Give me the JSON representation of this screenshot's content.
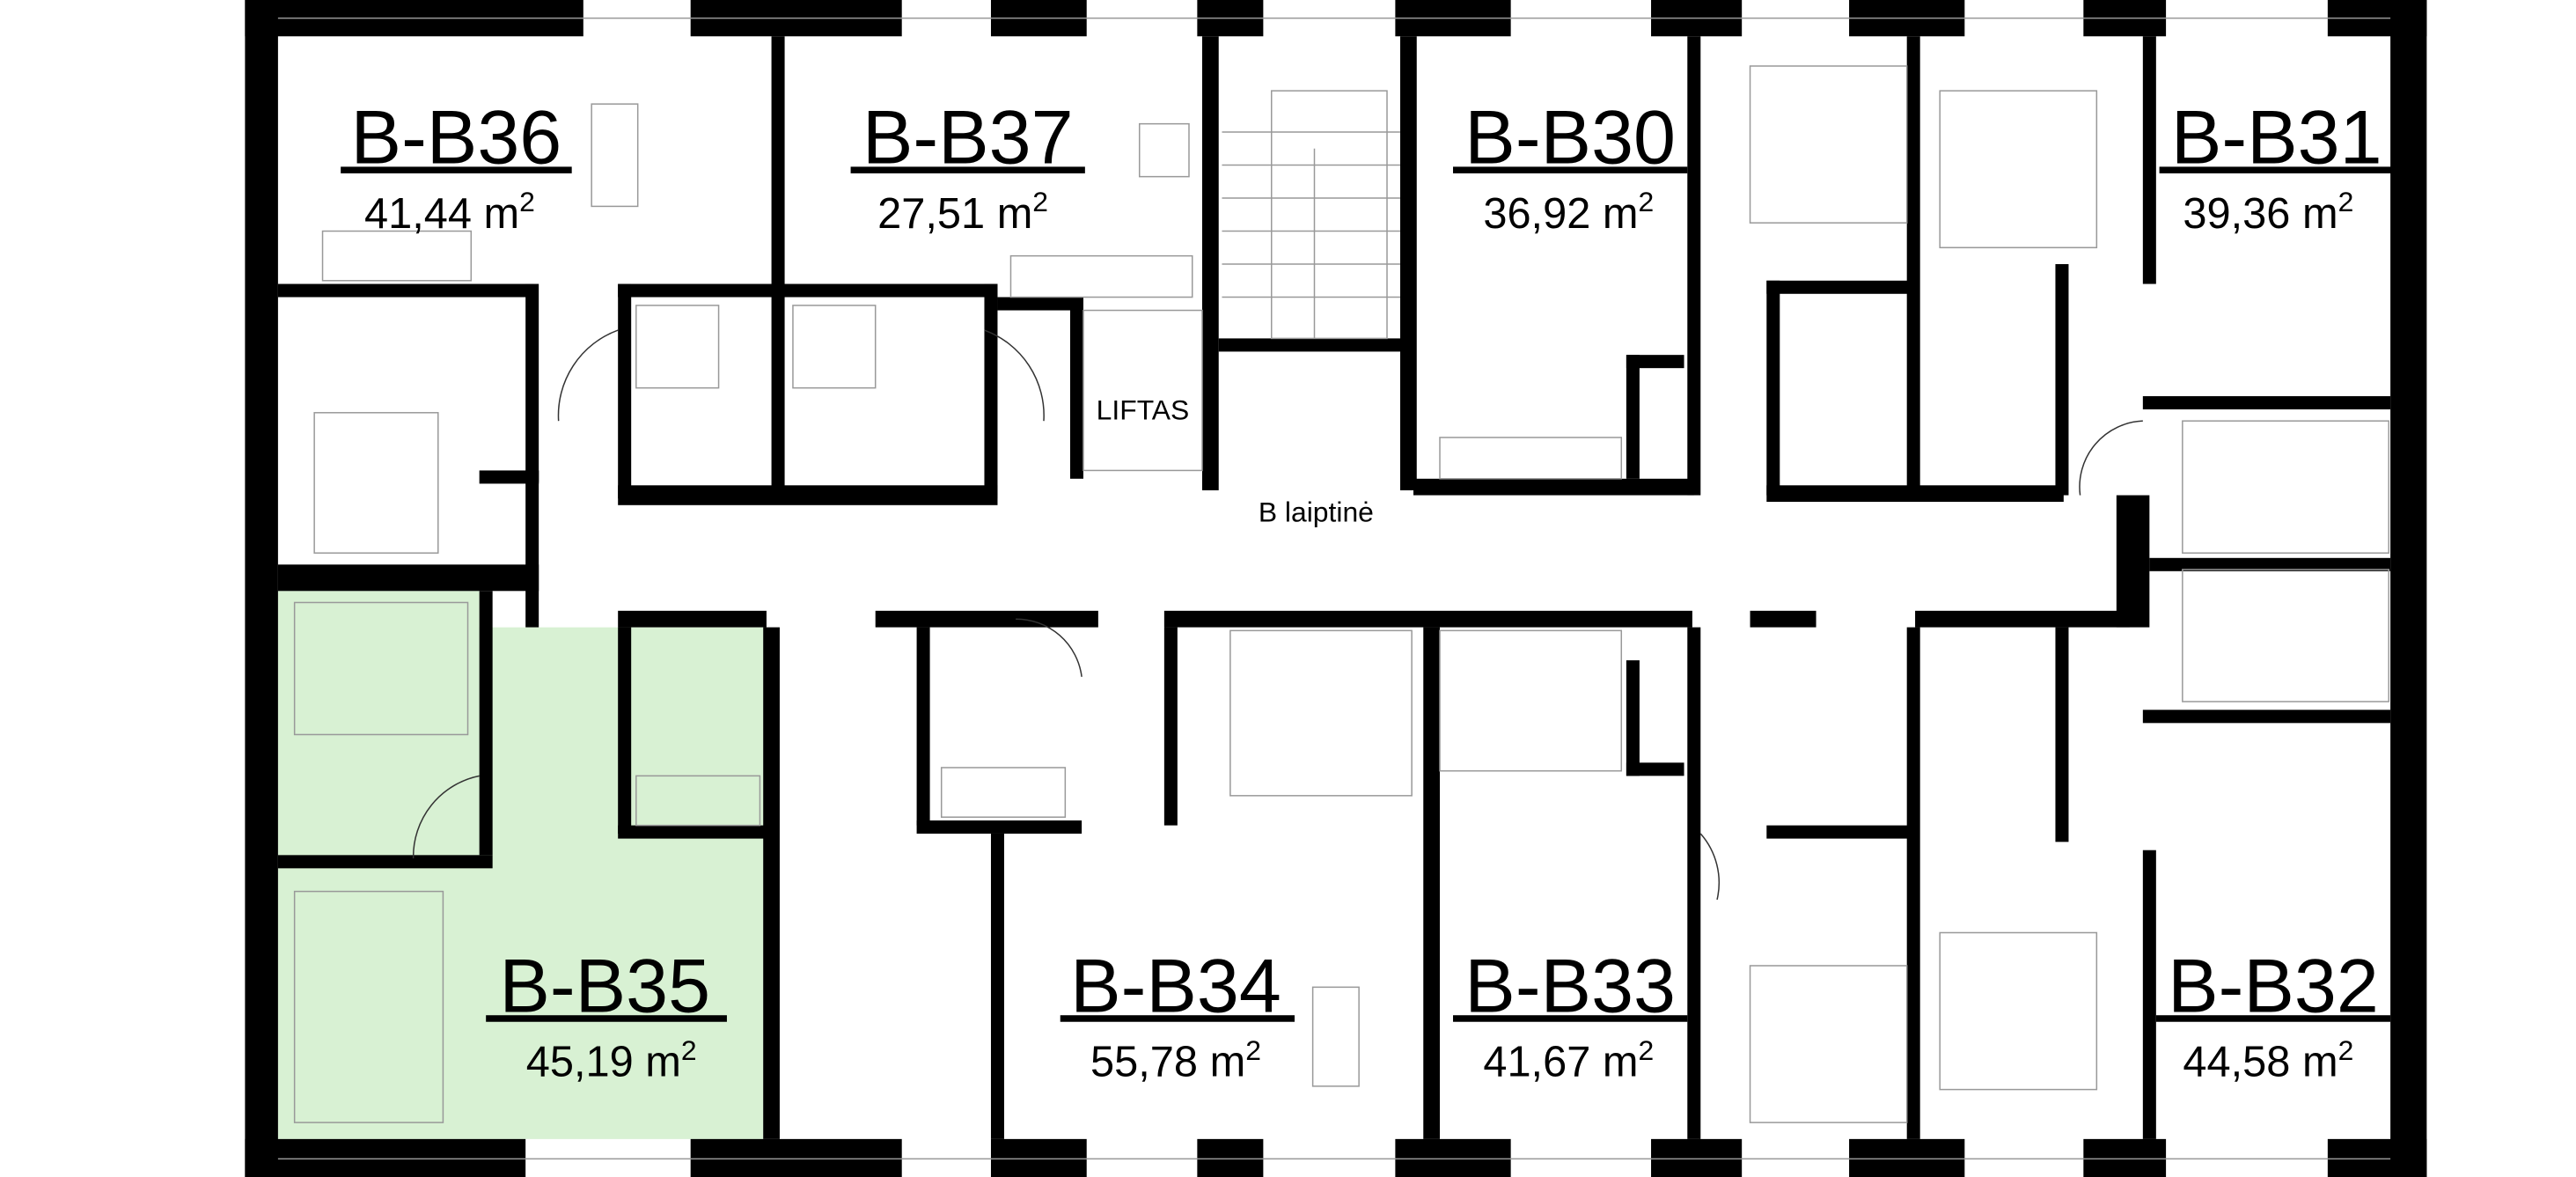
{
  "plan": {
    "stairwell_label": "B laiptinė",
    "elevator_label": "LIFTAS",
    "highlight_color": "#d8f1d3",
    "units": [
      {
        "id": "B-B36",
        "area": "41,44",
        "unit": "m",
        "sup": "2",
        "highlighted": false
      },
      {
        "id": "B-B37",
        "area": "27,51",
        "unit": "m",
        "sup": "2",
        "highlighted": false
      },
      {
        "id": "B-B30",
        "area": "36,92",
        "unit": "m",
        "sup": "2",
        "highlighted": false
      },
      {
        "id": "B-B31",
        "area": "39,36",
        "unit": "m",
        "sup": "2",
        "highlighted": false
      },
      {
        "id": "B-B35",
        "area": "45,19",
        "unit": "m",
        "sup": "2",
        "highlighted": true
      },
      {
        "id": "B-B34",
        "area": "55,78",
        "unit": "m",
        "sup": "2",
        "highlighted": false
      },
      {
        "id": "B-B33",
        "area": "41,67",
        "unit": "m",
        "sup": "2",
        "highlighted": false
      },
      {
        "id": "B-B32",
        "area": "44,58",
        "unit": "m",
        "sup": "2",
        "highlighted": false
      }
    ]
  }
}
